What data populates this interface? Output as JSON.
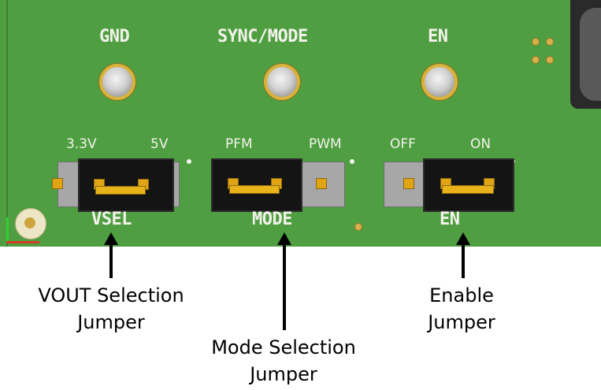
{
  "board": {
    "test_points": [
      {
        "label": "GND"
      },
      {
        "label": "SYNC/MODE"
      },
      {
        "label": "EN"
      }
    ],
    "jumpers": {
      "vsel": {
        "name": "VSEL",
        "left_label": "3.3V",
        "right_label": "5V"
      },
      "mode": {
        "name": "MODE",
        "left_label": "PFM",
        "right_label": "PWM"
      },
      "en": {
        "name": "EN",
        "left_label": "OFF",
        "right_label": "ON"
      }
    },
    "colors": {
      "pcb": "#4f9e41",
      "silkscreen": "#f2f2ea",
      "pin": "#e0a414",
      "shunt": "#141414"
    }
  },
  "captions": {
    "vsel": {
      "line1": "VOUT Selection",
      "line2": "Jumper"
    },
    "mode": {
      "line1": "Mode Selection",
      "line2": "Jumper"
    },
    "en": {
      "line1": "Enable",
      "line2": "Jumper"
    }
  }
}
